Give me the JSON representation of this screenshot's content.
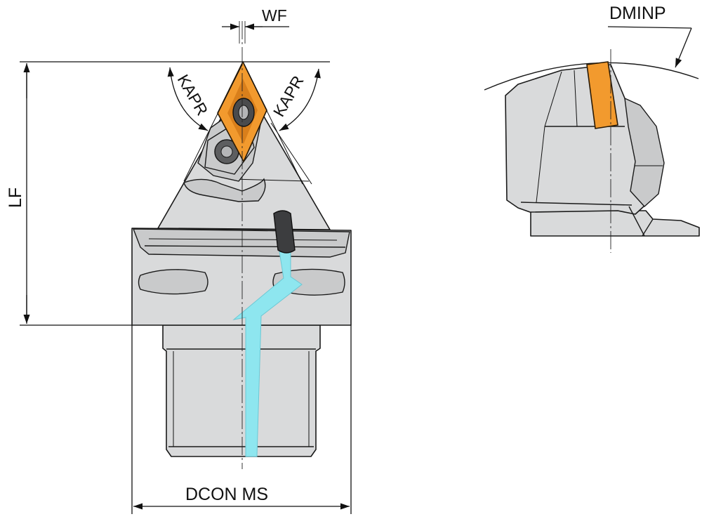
{
  "labels": {
    "wf": "WF",
    "kapr_left": "KAPR",
    "kapr_right": "KAPR",
    "lf": "LF",
    "dcon_ms": "DCON MS",
    "dminp": "DMINP"
  },
  "colors": {
    "insert": "#f29a2e",
    "insert_edge": "#2a1a05",
    "coolant": "#8ee6ef",
    "body": "#d9dadb",
    "pin": "#3a3a3a"
  }
}
